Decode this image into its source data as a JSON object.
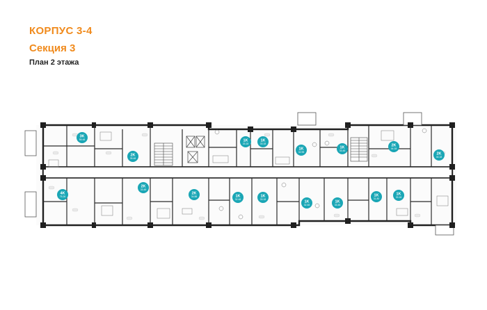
{
  "header": {
    "building": "КОРПУС 3-4",
    "section": "Секция 3",
    "floor_plan": "План 2 этажа"
  },
  "colors": {
    "accent": "#f08a1c",
    "badge": "#1aa6b5",
    "wall": "#1f1f1f",
    "room_line": "#666666"
  },
  "apartments": [
    {
      "code": "3K",
      "area": "55.48"
    },
    {
      "code": "2K",
      "area": "35.48"
    },
    {
      "code": "1K",
      "area": "33.18"
    },
    {
      "code": "1K",
      "area": "33.18"
    },
    {
      "code": "1K",
      "area": "32.95"
    },
    {
      "code": "1K",
      "area": "33.45"
    },
    {
      "code": "2K",
      "area": "44.18"
    },
    {
      "code": "2K",
      "area": "44.18"
    },
    {
      "code": "4K",
      "area": "75.26"
    },
    {
      "code": "2K",
      "area": "33.48"
    },
    {
      "code": "2K",
      "area": "34.88"
    },
    {
      "code": "1K",
      "area": "32.48"
    },
    {
      "code": "1K",
      "area": "33.18"
    },
    {
      "code": "1K",
      "area": "32.48"
    },
    {
      "code": "1K",
      "area": "33.48"
    },
    {
      "code": "1K",
      "area": "31.80"
    },
    {
      "code": "1K",
      "area": "33.18"
    }
  ]
}
